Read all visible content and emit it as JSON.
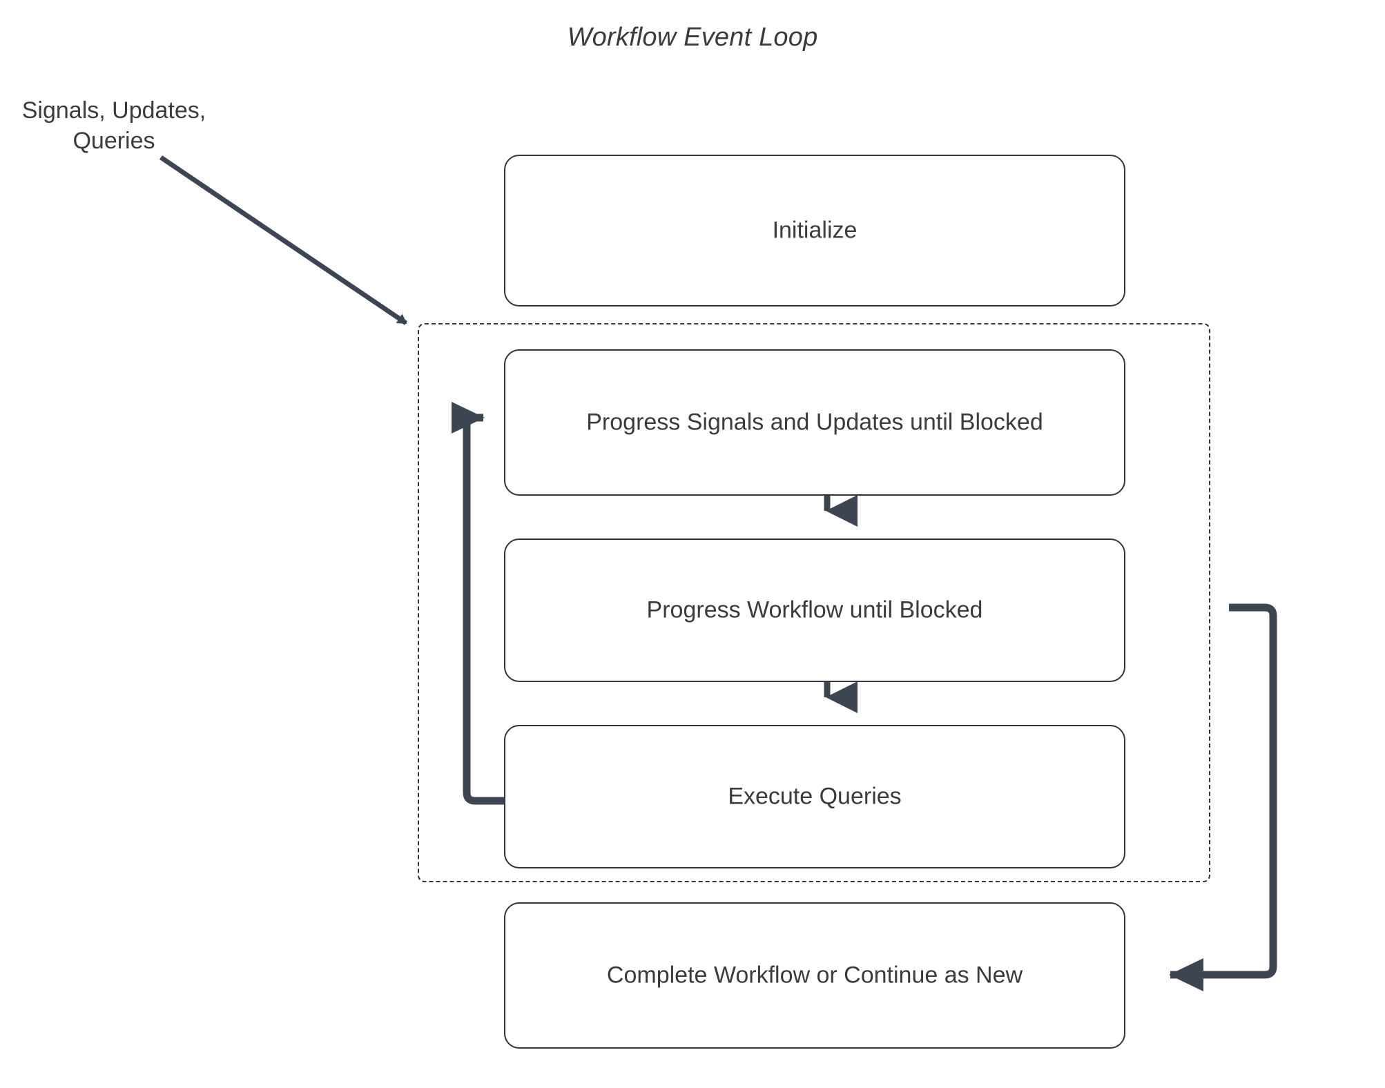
{
  "diagram": {
    "title": "Workflow Event Loop",
    "type": "flowchart",
    "background_color": "#ffffff",
    "text_color": "#3b3b3b",
    "node_border_color": "#30343c",
    "connector_color": "#3e4552",
    "dashed_border_color": "#2f333b",
    "external_label": "Signals, Updates,\nQueries",
    "external_label_line1": "Signals, Updates,",
    "external_label_line2": "Queries",
    "loop_region": {
      "name": "event-loop-region",
      "style": "dashed"
    },
    "nodes": [
      {
        "id": "initialize",
        "label": "Initialize"
      },
      {
        "id": "progress-signals",
        "label": "Progress Signals and Updates until Blocked"
      },
      {
        "id": "progress-workflow",
        "label": "Progress Workflow until Blocked"
      },
      {
        "id": "execute-queries",
        "label": "Execute Queries"
      },
      {
        "id": "complete-workflow",
        "label": "Complete Workflow or Continue as New"
      }
    ],
    "edges": [
      {
        "id": "signals-to-loop",
        "from": "Signals, Updates, Queries",
        "to": "event-loop-region",
        "style": "diagonal-arrow"
      },
      {
        "id": "signals-to-workflow",
        "from": "progress-signals",
        "to": "progress-workflow",
        "style": "vertical-arrow"
      },
      {
        "id": "workflow-to-queries",
        "from": "progress-workflow",
        "to": "execute-queries",
        "style": "vertical-arrow"
      },
      {
        "id": "queries-loop-back",
        "from": "execute-queries",
        "to": "progress-signals",
        "style": "left-loop-arrow"
      },
      {
        "id": "loop-to-complete",
        "from": "event-loop-region",
        "to": "complete-workflow",
        "style": "right-loop-arrow"
      }
    ]
  }
}
